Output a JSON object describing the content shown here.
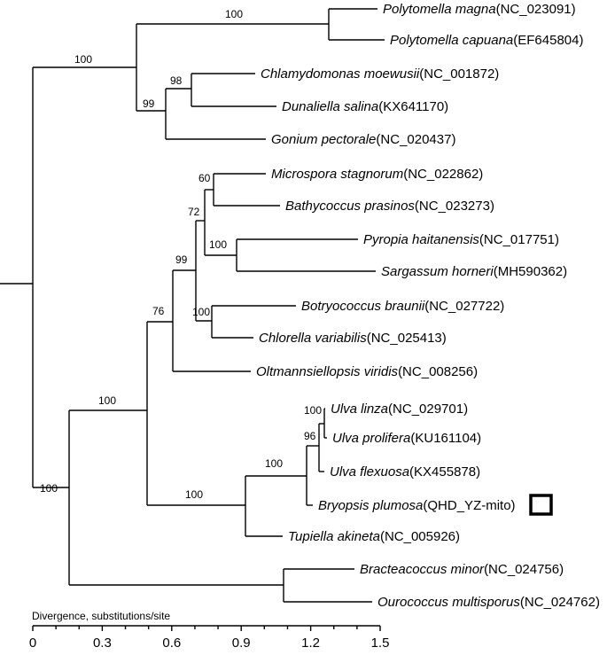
{
  "scale": {
    "title": "Divergence, substitutions/site",
    "ticks": [
      "0",
      "0.3",
      "0.6",
      "0.9",
      "1.2",
      "1.5"
    ]
  },
  "taxa": [
    {
      "species": "Polytomella magna",
      "accession": "(NC_023091)"
    },
    {
      "species": "Polytomella capuana",
      "accession": "(EF645804)"
    },
    {
      "species": "Chlamydomonas moewusii",
      "accession": "(NC_001872)"
    },
    {
      "species": "Dunaliella salina",
      "accession": "(KX641170)"
    },
    {
      "species": "Gonium pectorale",
      "accession": "(NC_020437)"
    },
    {
      "species": "Microspora stagnorum",
      "accession": "(NC_022862)"
    },
    {
      "species": "Bathycoccus prasinos",
      "accession": "(NC_023273)"
    },
    {
      "species": "Pyropia haitanensis",
      "accession": "(NC_017751)"
    },
    {
      "species": "Sargassum horneri",
      "accession": "(MH590362)"
    },
    {
      "species": "Botryococcus braunii",
      "accession": "(NC_027722)"
    },
    {
      "species": "Chlorella variabilis",
      "accession": "(NC_025413)"
    },
    {
      "species": "Oltmannsiellopsis viridis",
      "accession": "(NC_008256)"
    },
    {
      "species": "Ulva linza",
      "accession": "(NC_029701)"
    },
    {
      "species": "Ulva prolifera",
      "accession": "(KU161104)"
    },
    {
      "species": "Ulva flexuosa",
      "accession": "(KX455878)"
    },
    {
      "species": "Bryopsis plumosa",
      "accession": "(QHD_YZ-mito)",
      "highlighted": true
    },
    {
      "species": "Tupiella akineta",
      "accession": "(NC_005926)"
    },
    {
      "species": "Bracteacoccus minor",
      "accession": "(NC_024756)"
    },
    {
      "species": "Ourococcus multisporus",
      "accession": "(NC_024762)"
    }
  ],
  "support_values": [
    {
      "node": "polytomella-clade",
      "value": "100"
    },
    {
      "node": "chlamydomonadales-clade",
      "value": "100"
    },
    {
      "node": "chlamydomonas-dunaliella-clade",
      "value": "98"
    },
    {
      "node": "chlamydomonas-dunaliella-gonium-clade",
      "value": "99"
    },
    {
      "node": "microspora-bathycoccus-clade",
      "value": "60"
    },
    {
      "node": "microspora-to-sargassum-clade",
      "value": "72"
    },
    {
      "node": "pyropia-sargassum-clade",
      "value": "100"
    },
    {
      "node": "microspora-to-chlorella-clade",
      "value": "99"
    },
    {
      "node": "botryococcus-chlorella-clade",
      "value": "100"
    },
    {
      "node": "trebouxiophyceae-clade",
      "value": "76"
    },
    {
      "node": "ulva-linza-prolifera-clade",
      "value": "100"
    },
    {
      "node": "ulva-clade",
      "value": "96"
    },
    {
      "node": "ulva-bryopsis-clade",
      "value": "100"
    },
    {
      "node": "ulvophyceae-clade",
      "value": "100"
    },
    {
      "node": "core-chlorophyta-clade",
      "value": "100"
    },
    {
      "node": "lower-clade",
      "value": "100"
    }
  ]
}
